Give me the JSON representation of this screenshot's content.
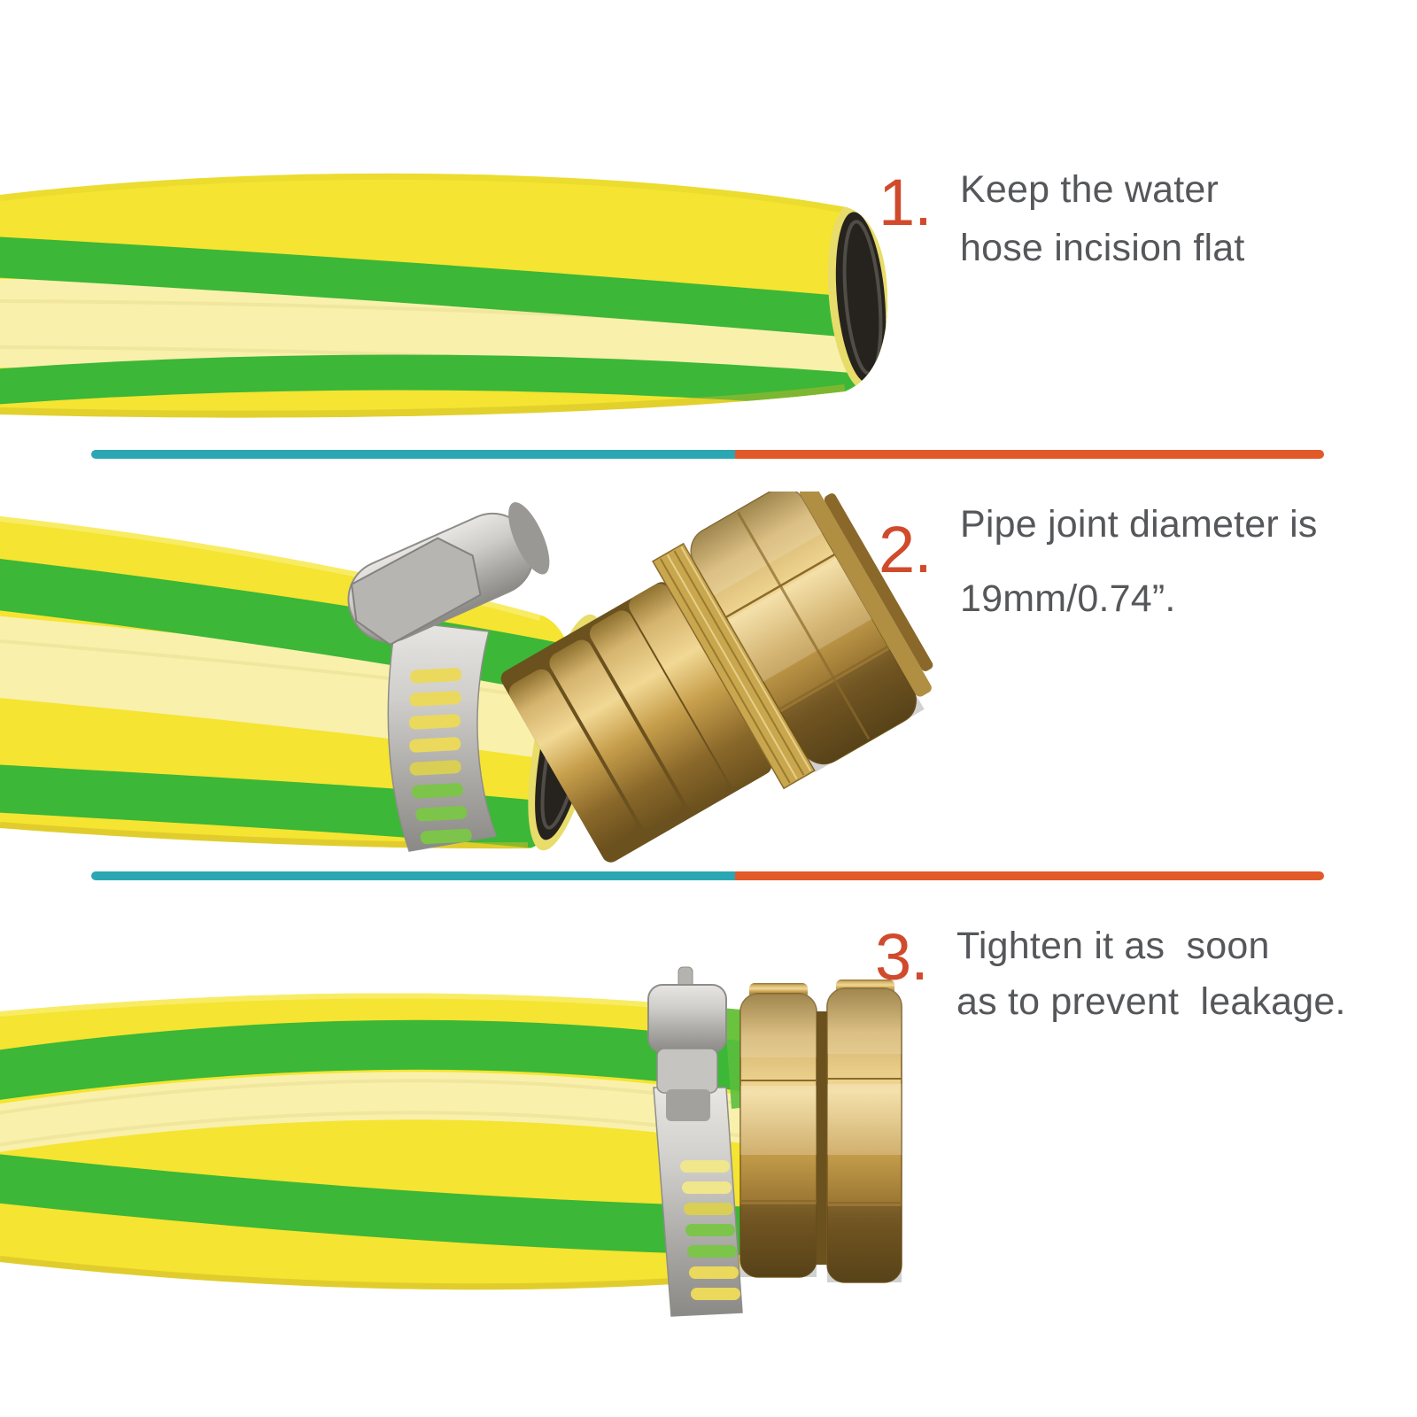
{
  "page": {
    "background": "#ffffff",
    "kind": "product-instruction-sheet"
  },
  "colors": {
    "step_number": "#d04a2c",
    "step_text": "#56575a",
    "divider_teal": "#2ba7b3",
    "divider_orange": "#e2592a",
    "hose_yellow": "#f5e431",
    "hose_braid_pale": "#f9f0ac",
    "hose_green_stripe": "#3cb737",
    "hose_cut_interior": "#26231e",
    "brass_fitting": "#c79f4c",
    "steel_clamp": "#c9c7c3"
  },
  "steps": [
    {
      "number": "1.",
      "lines": [
        "Keep the water",
        "hose incision flat"
      ],
      "scene": "garden-hose-flat-cut-end-photo"
    },
    {
      "number": "2.",
      "lines": [
        "Pipe joint diameter is",
        "19mm/0.74”."
      ],
      "scene": "hose-with-clamp-and-brass-pipe-joint-photo"
    },
    {
      "number": "3.",
      "lines": [
        "Tighten it as  soon",
        "as to prevent  leakage."
      ],
      "scene": "hose-with-tightened-clamp-and-connector-photo"
    }
  ],
  "dividers": [
    {
      "left_color": "#2ba7b3",
      "right_color": "#e2592a"
    },
    {
      "left_color": "#2ba7b3",
      "right_color": "#e2592a"
    }
  ]
}
